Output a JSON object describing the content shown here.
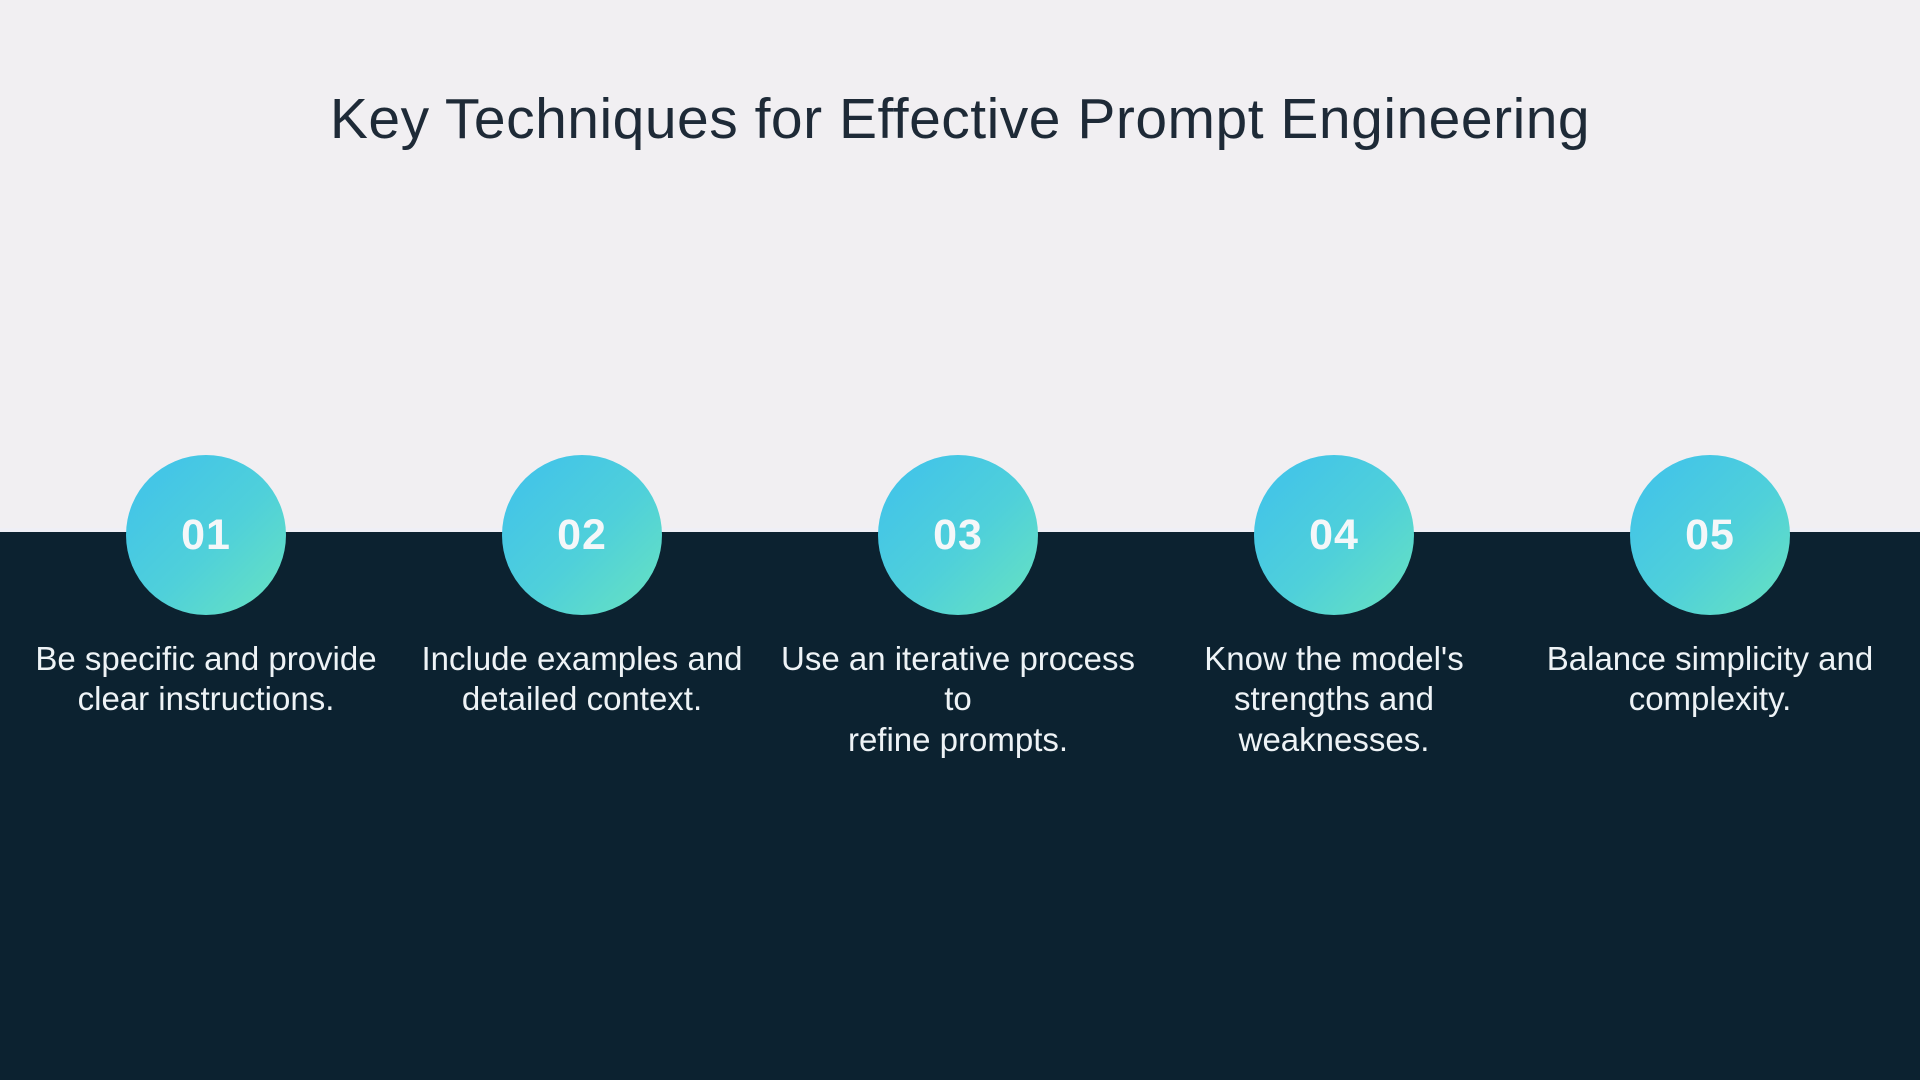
{
  "slide": {
    "title": "Key Techniques for Effective Prompt Engineering",
    "colors": {
      "background_light": "#f1eff2",
      "background_dark": "#0c2230",
      "title_text": "#1e2a37",
      "circle_gradient_start": "#3fc1ec",
      "circle_gradient_end": "#68e3c0",
      "step_number_text": "#f4f7f9",
      "description_text": "#eef3f6"
    },
    "steps": [
      {
        "number": "01",
        "lines": [
          "Be specific and provide",
          "clear instructions."
        ]
      },
      {
        "number": "02",
        "lines": [
          "Include examples and",
          "detailed context."
        ]
      },
      {
        "number": "03",
        "lines": [
          "Use an iterative process to",
          "refine prompts."
        ]
      },
      {
        "number": "04",
        "lines": [
          "Know the model's",
          "strengths and",
          "weaknesses."
        ]
      },
      {
        "number": "05",
        "lines": [
          "Balance simplicity and",
          "complexity."
        ]
      }
    ]
  }
}
